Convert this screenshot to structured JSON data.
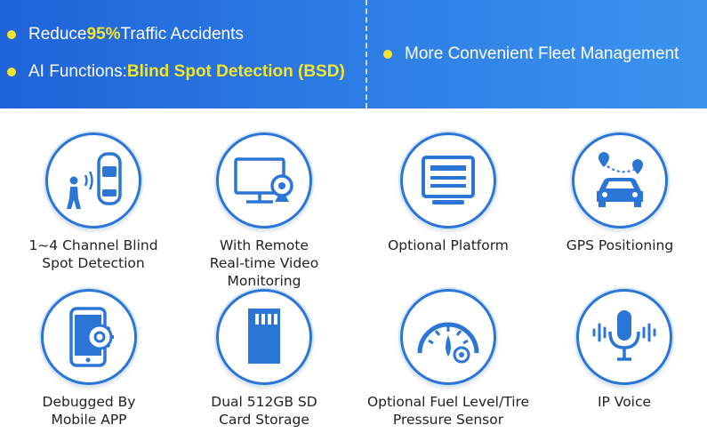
{
  "banner": {
    "line1": {
      "pre": "Reduce ",
      "highlight": "95%",
      "post": " Traffic Accidents"
    },
    "line2": {
      "pre": "AI Functions:",
      "highlight": "Blind Spot Detection (BSD)"
    },
    "line3": "More Convenient Fleet Management"
  },
  "features": [
    {
      "icon": "blind-spot-car-pedestrian-icon",
      "line1": "1~4 Channel Blind",
      "line2": "Spot Detection"
    },
    {
      "icon": "monitor-camera-icon",
      "line1": "With Remote",
      "line2": "Real-time Video Monitoring"
    },
    {
      "icon": "platform-screen-icon",
      "line1": "Optional Platform",
      "line2": ""
    },
    {
      "icon": "gps-car-route-icon",
      "line1": "GPS Positioning",
      "line2": ""
    },
    {
      "icon": "mobile-settings-icon",
      "line1": "Debugged By",
      "line2": "Mobile APP"
    },
    {
      "icon": "sd-card-icon",
      "line1": "Dual 512GB SD",
      "line2": "Card Storage"
    },
    {
      "icon": "fuel-gauge-tire-icon",
      "line1": "Optional Fuel Level/Tire",
      "line2": "Pressure Sensor"
    },
    {
      "icon": "microphone-icon",
      "line1": "IP Voice",
      "line2": ""
    }
  ],
  "colors": {
    "banner": "#2a75d6",
    "highlight": "#f4e52a",
    "icon_blue": "#2a75d6"
  }
}
